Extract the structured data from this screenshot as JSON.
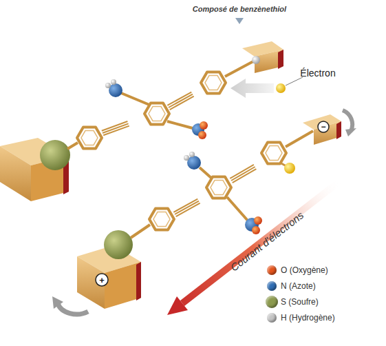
{
  "diagram": {
    "labels": [
      "Composé de benzènethiol",
      "Électron",
      "Courant d'électrons",
      "+",
      "−"
    ],
    "legend": [
      {
        "text": "O (Oxygène)",
        "color": "#e4541c"
      },
      {
        "text": "N (Azote)",
        "color": "#2f6db3"
      },
      {
        "text": "S (Soufre)",
        "color": "#8c9a4e"
      },
      {
        "text": "H (Hydrogène)",
        "color": "#c4c4c4"
      }
    ]
  }
}
